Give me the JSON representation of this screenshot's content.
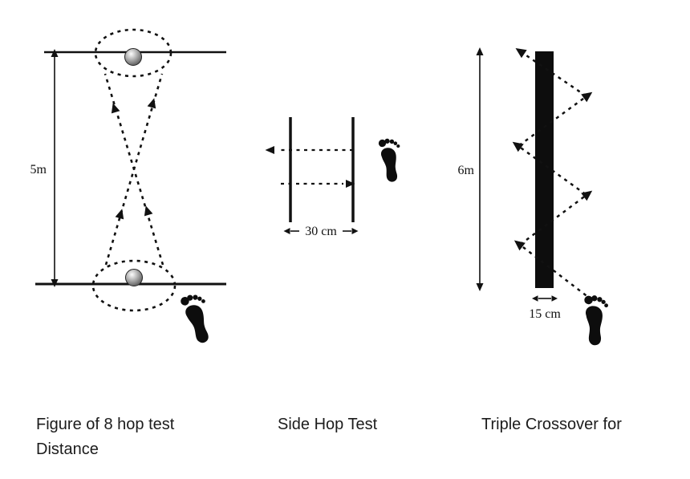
{
  "colors": {
    "ink": "#111111",
    "background": "#ffffff",
    "bar": "#0d0d0d"
  },
  "diagrams": {
    "figure_eight": {
      "distance_label": "5m",
      "caption_line1": "Figure of 8 hop test",
      "caption_line2": "Distance"
    },
    "side_hop": {
      "width_label": "30 cm",
      "caption": "Side Hop Test"
    },
    "triple_crossover": {
      "height_label": "6m",
      "width_label": "15 cm",
      "caption": "Triple Crossover for"
    }
  }
}
